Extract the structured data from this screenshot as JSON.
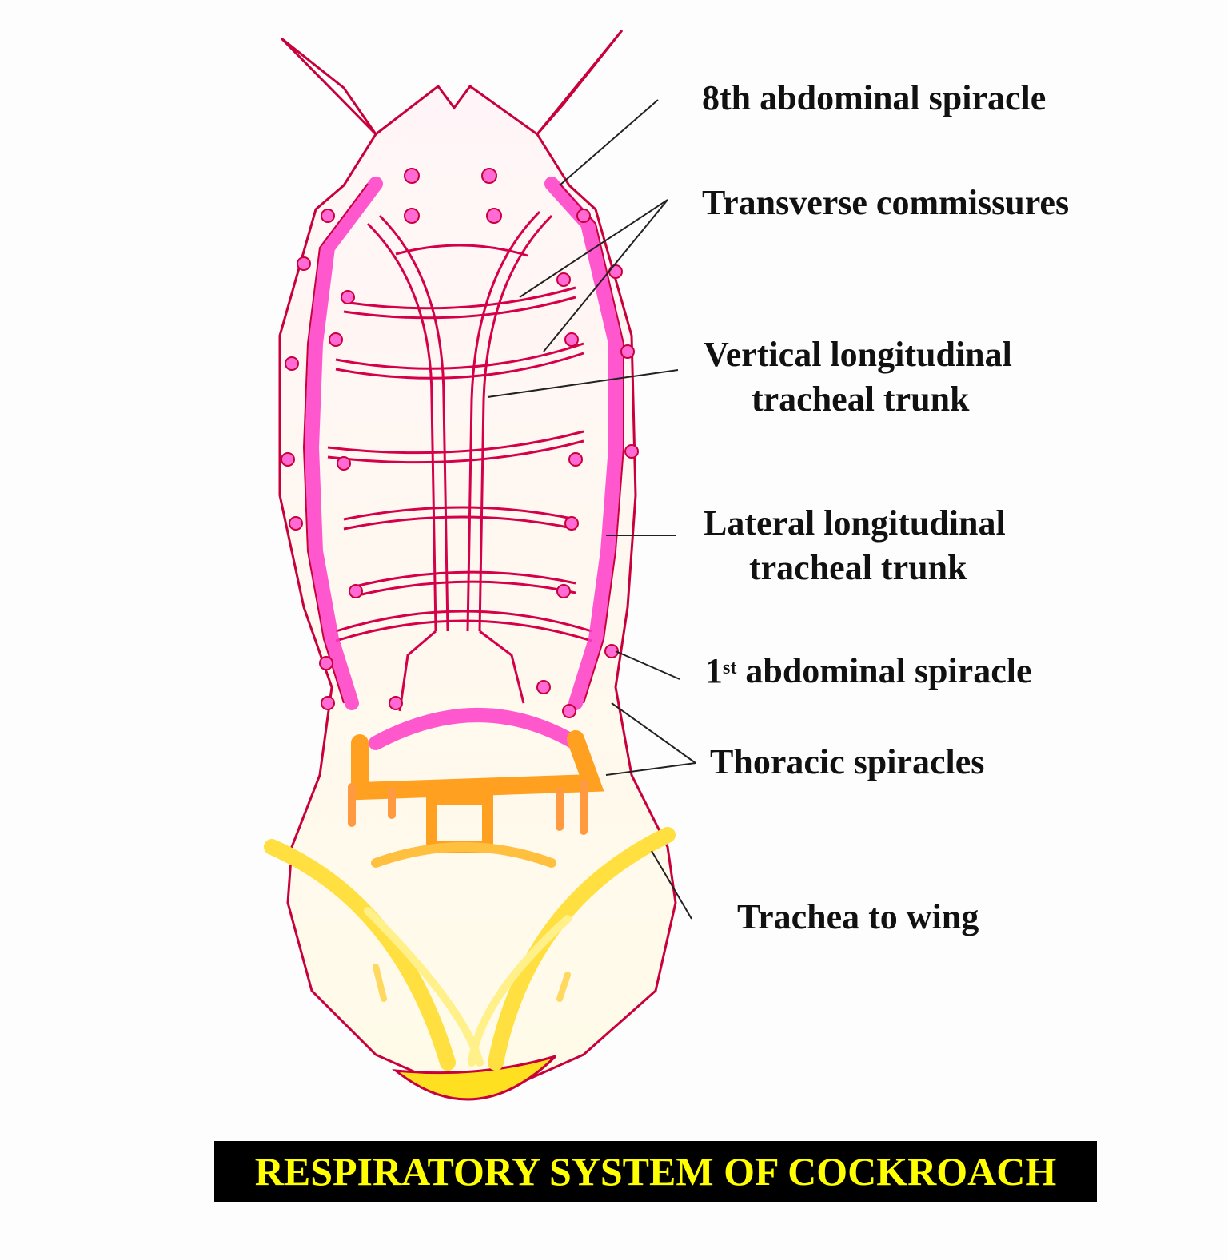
{
  "title": "RESPIRATORY SYSTEM OF COCKROACH",
  "labels": {
    "eighth_abdominal_spiracle": "8th abdominal spiracle",
    "transverse_commissures": "Transverse commissures",
    "vertical_longitudinal_line1": "Vertical longitudinal",
    "vertical_longitudinal_line2": "tracheal trunk",
    "lateral_longitudinal_line1": "Lateral longitudinal",
    "lateral_longitudinal_line2": "tracheal trunk",
    "first_abdominal_spiracle_num": "1",
    "first_abdominal_spiracle_sup": "st",
    "first_abdominal_spiracle_text": "abdominal spiracle",
    "thoracic_spiracles": "Thoracic spiracles",
    "trachea_to_wing": "Trachea to wing"
  },
  "colors": {
    "outline": "#c8003c",
    "abdominal_trachea": "#ff3cc8",
    "thoracic_trachea": "#ffa000",
    "wing_trachea": "#ffe040",
    "title_text": "#ffff00",
    "title_background": "#000000",
    "label_text": "#111111"
  }
}
